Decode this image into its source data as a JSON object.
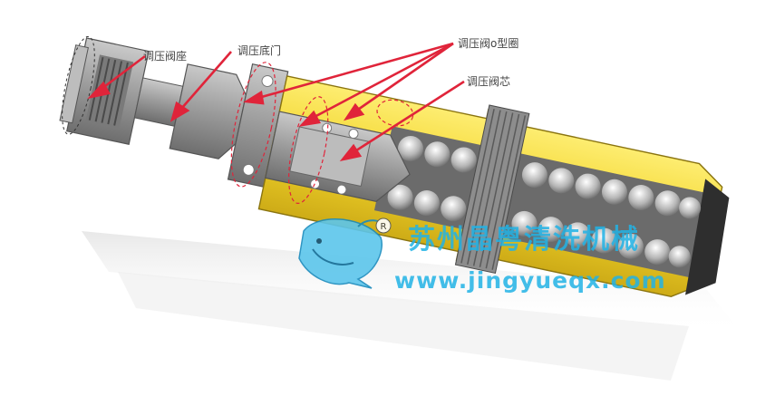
{
  "callouts": {
    "valve_seat": "调压阀座",
    "pressure_shell": "调压底门",
    "oring": "调压阀o型圈",
    "valve_core": "调压阀芯"
  },
  "watermark": {
    "company": "苏州晶粤清洗机械",
    "url": "www.jingyueqx.com",
    "trademark": "R"
  },
  "colors": {
    "arrow": "#e0243a",
    "brass": "#f2d52c",
    "steel": "#9a9a9a",
    "watermark": "#22b3e6"
  }
}
